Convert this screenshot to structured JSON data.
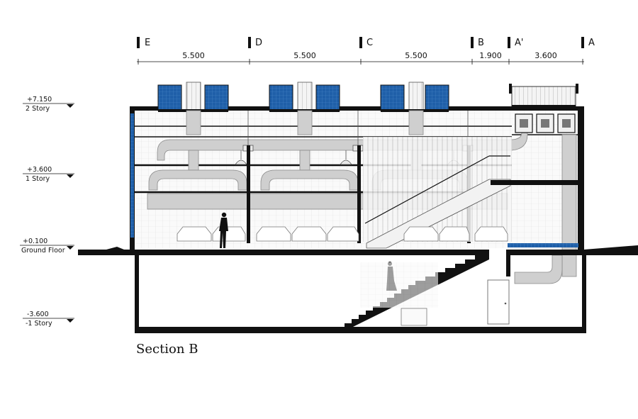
{
  "title": "Section B",
  "axes": [
    {
      "id": "axis-e",
      "label": "E"
    },
    {
      "id": "axis-d",
      "label": "D"
    },
    {
      "id": "axis-c",
      "label": "C"
    },
    {
      "id": "axis-b",
      "label": "B"
    },
    {
      "id": "axis-a-prime",
      "label": "A'"
    },
    {
      "id": "axis-a",
      "label": "A"
    }
  ],
  "dimensions": [
    "5.500",
    "5.500",
    "5.500",
    "1.900",
    "3.600"
  ],
  "levels": [
    {
      "id": "level-2-story",
      "value": "+7.150",
      "name": "2 Story"
    },
    {
      "id": "level-1-story",
      "value": "+3.600",
      "name": "1 Story"
    },
    {
      "id": "level-ground",
      "value": "+0.100",
      "name": "Ground Floor"
    },
    {
      "id": "level-minus-1",
      "value": "-3.600",
      "name": "-1 Story"
    }
  ],
  "colors": {
    "line": "#111111",
    "solar_panel": "#1f5fa8",
    "duct": "#c9c9c9",
    "duct_outline": "#8a8a8a",
    "tile": "#e6e6e6"
  }
}
